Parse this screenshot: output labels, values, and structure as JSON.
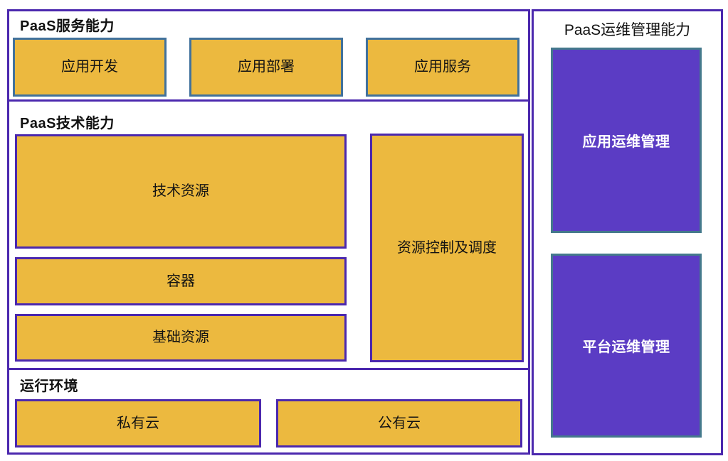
{
  "colors": {
    "orange_fill": "#ECB93F",
    "blue_border": "#41719C",
    "purple_border": "#4B28AE",
    "purple_fill": "#5B3CC4",
    "teal_border": "#44798C",
    "box_text": "#131313",
    "light_text": "#FFFFFF"
  },
  "left": {
    "service": {
      "title": "PaaS服务能力",
      "boxes": [
        "应用开发",
        "应用部署",
        "应用服务"
      ]
    },
    "tech": {
      "title": "PaaS技术能力",
      "stack": [
        "技术资源",
        "容器",
        "基础资源"
      ],
      "side": "资源控制及调度"
    },
    "runtime": {
      "title": "运行环境",
      "boxes": [
        "私有云",
        "公有云"
      ]
    }
  },
  "right": {
    "title": "PaaS运维管理能力",
    "boxes": [
      "应用运维管理",
      "平台运维管理"
    ]
  }
}
